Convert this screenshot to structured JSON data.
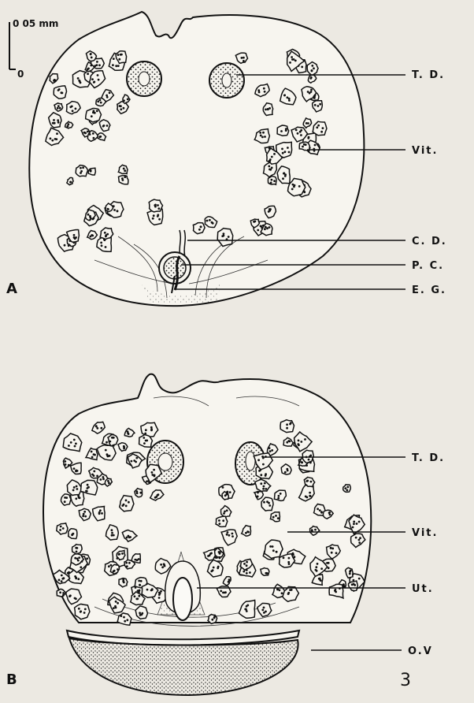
{
  "scale_bar": {
    "top_label": "0 05 mm",
    "bottom_label": "0"
  },
  "figure_number": "3",
  "panels": [
    {
      "id": "A",
      "label": "A",
      "annotations": [
        {
          "key": "td",
          "text": "T. D."
        },
        {
          "key": "vit",
          "text": "Vit."
        },
        {
          "key": "cd",
          "text": "C. D."
        },
        {
          "key": "pc",
          "text": "P. C."
        },
        {
          "key": "eg",
          "text": "E. G."
        }
      ]
    },
    {
      "id": "B",
      "label": "B",
      "annotations": [
        {
          "key": "td",
          "text": "T. D."
        },
        {
          "key": "vit",
          "text": "Vit."
        },
        {
          "key": "ut",
          "text": "Ut."
        },
        {
          "key": "ov",
          "text": "O.V"
        }
      ]
    }
  ],
  "colors": {
    "ink": "#111111",
    "paper": "#ece9e2"
  }
}
